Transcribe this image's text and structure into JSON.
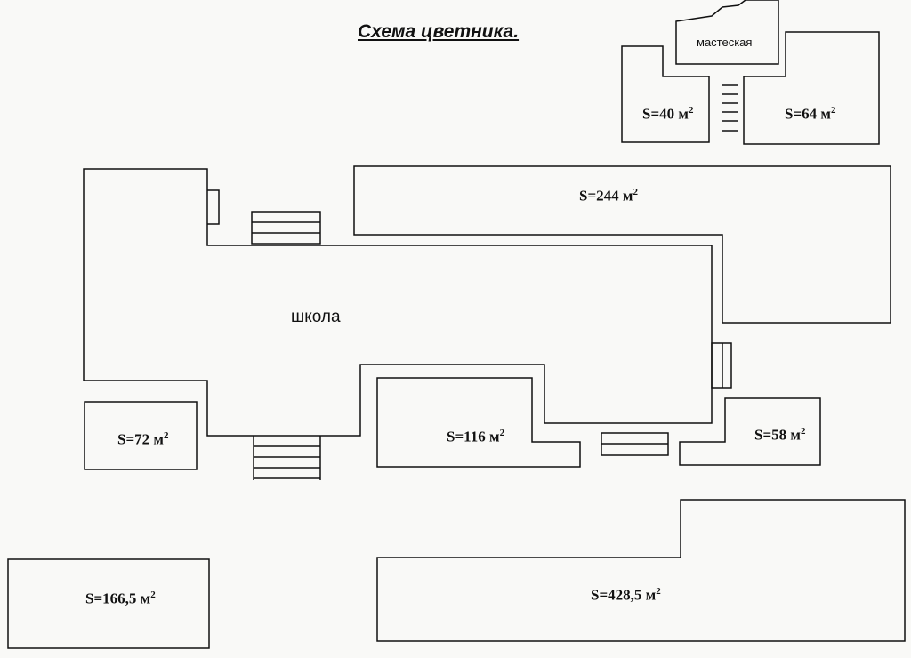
{
  "title": "Схема цветника.",
  "school_label": "школа",
  "workshop_label": "мастеская",
  "unit_label": "м",
  "unit_power": "2",
  "plots": {
    "p40": "S=40",
    "p64": "S=64",
    "p244": "S=244",
    "p72": "S=72",
    "p116": "S=116",
    "p58": "S=58",
    "p166": "S=166,5",
    "p428": "S=428,5"
  }
}
